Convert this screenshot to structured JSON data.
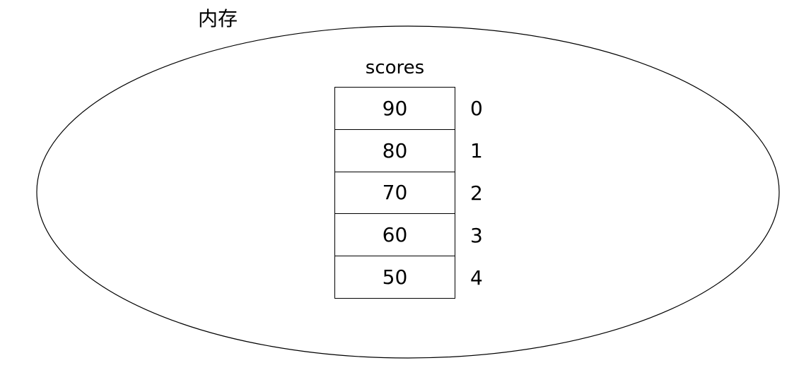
{
  "diagram": {
    "memory_label": "内存",
    "array_title": "scores",
    "line_color": "#000000",
    "background_color": "#ffffff"
  },
  "array": {
    "name": "scores",
    "items": [
      {
        "value": "90",
        "index": "0"
      },
      {
        "value": "80",
        "index": "1"
      },
      {
        "value": "70",
        "index": "2"
      },
      {
        "value": "60",
        "index": "3"
      },
      {
        "value": "50",
        "index": "4"
      }
    ]
  }
}
